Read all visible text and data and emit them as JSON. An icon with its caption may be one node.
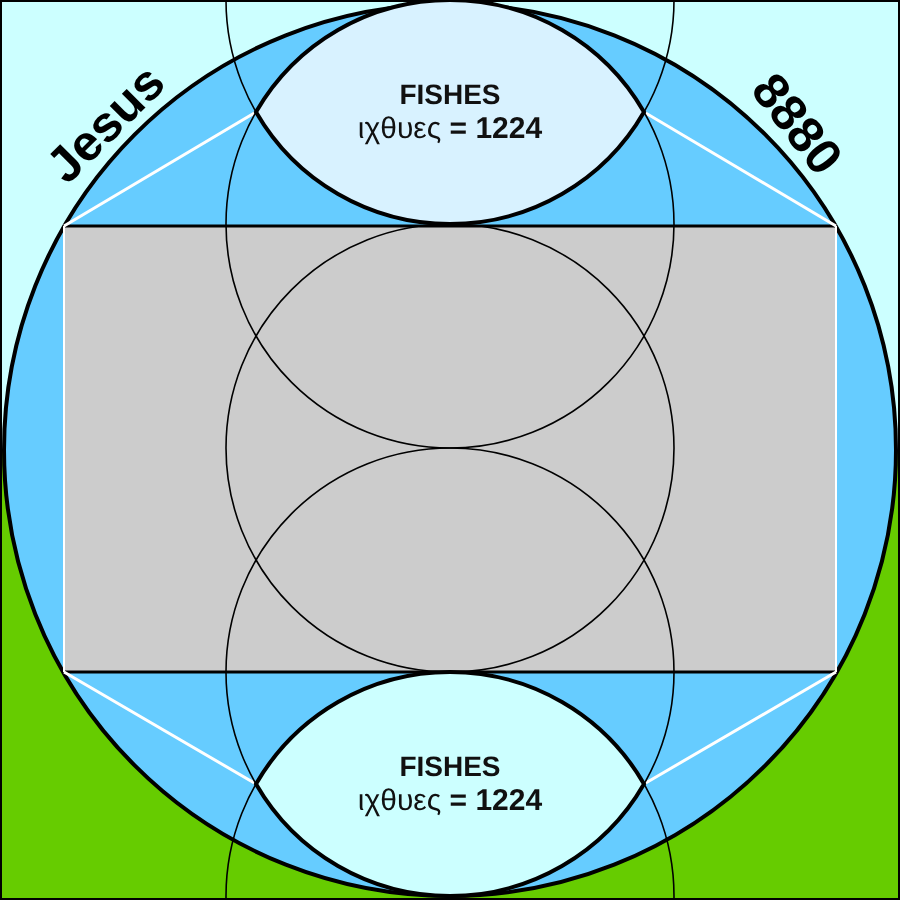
{
  "diagram": {
    "nodes": [
      {
        "text": [
          "FISHES",
          "ιχθυες **= 1224**"
        ]
      },
      {
        "text": [
          "FISHES",
          "ιχθυες **= 1224**"
        ]
      }
    ],
    "labels": [
      "Jesus",
      "8880"
    ]
  }
}
